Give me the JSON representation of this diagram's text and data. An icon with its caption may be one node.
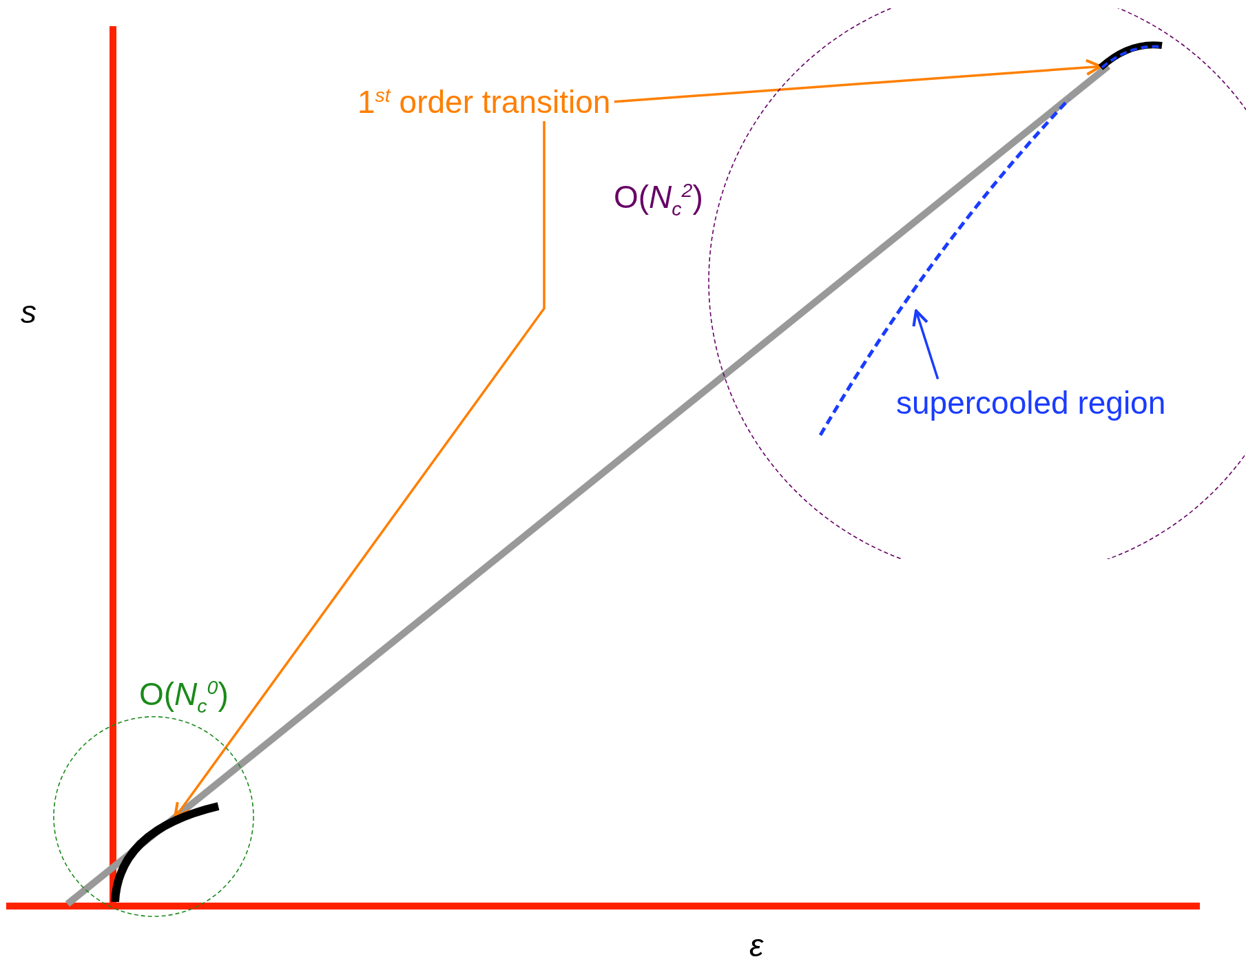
{
  "diagram": {
    "nodes": [
      {
        "text": [
          "1$^{st}$ order transition"
        ]
      },
      {
        "text": [
          "O(*N*$_{c}$$^{2}$)"
        ]
      },
      {
        "text": [
          "supercooled region"
        ],
        "in": 1
      },
      {
        "text": [
          "O(*N*$_{c}$$^{0}$)"
        ]
      },
      {
        "text": [],
        "shape": "curve",
        "in": 1
      },
      {
        "text": [],
        "shape": "curve",
        "in": 3
      },
      {
        "text": [],
        "shape": "curve",
        "in": 1
      }
    ],
    "edges": [
      {
        "from": 0,
        "to": 4,
        "arrow": "to"
      },
      {
        "from": 0,
        "to": 5,
        "arrow": "to"
      },
      {
        "from": 2,
        "to": 6,
        "arrow": "to",
        "color": "#1a3cff"
      }
    ],
    "labels": [
      "s",
      "ε"
    ]
  }
}
